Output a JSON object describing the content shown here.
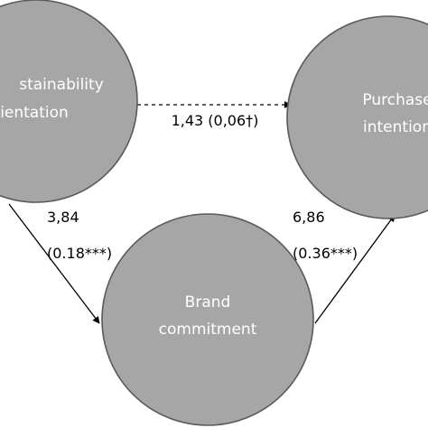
{
  "nodes": {
    "sustainability": {
      "line1": "stainability",
      "line2": "ientation"
    },
    "purchase": {
      "line1": "Purchase",
      "line2": "intention"
    },
    "brand": {
      "line1": "Brand",
      "line2": "commitment"
    }
  },
  "edges": {
    "direct": {
      "label": "1,43 (0,06†)"
    },
    "so_to_brand": {
      "line1": "3,84",
      "line2": "(0.18***)"
    },
    "brand_to_pi": {
      "line1": "6,86",
      "line2": "(0.36***)"
    }
  },
  "colors": {
    "node_fill": "#a6a6a6",
    "node_stroke": "#5a5a5a",
    "node_text": "#ffffff",
    "edge": "#000000"
  }
}
